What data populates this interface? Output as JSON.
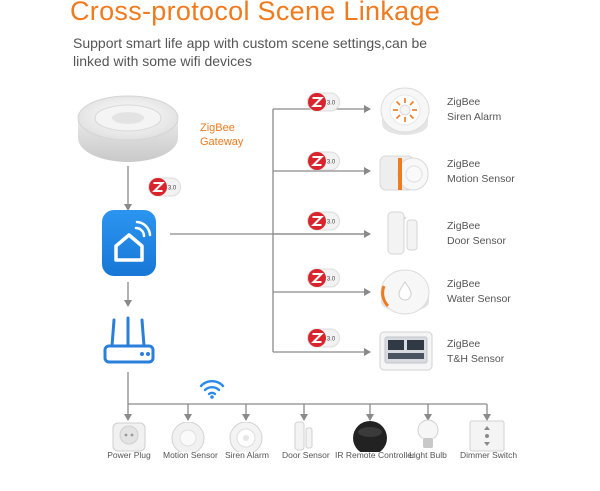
{
  "header": {
    "title": "Cross-protocol Scene Linkage",
    "subtitle_line1": "Support smart life app with custom scene settings,can be",
    "subtitle_line2": "linked with some wifi devices"
  },
  "gateway": {
    "line1": "ZigBee",
    "line2": "Gateway"
  },
  "badge_text": "3.0",
  "zigbee_devices": [
    {
      "line1": "ZigBee",
      "line2": "Siren Alarm"
    },
    {
      "line1": "ZigBee",
      "line2": "Motion Sensor"
    },
    {
      "line1": "ZigBee",
      "line2": "Door Sensor"
    },
    {
      "line1": "ZigBee",
      "line2": "Water Sensor"
    },
    {
      "line1": "ZigBee",
      "line2": "T&H Sensor"
    }
  ],
  "wifi_devices": [
    {
      "label": "Power Plug"
    },
    {
      "label": "Motion Sensor"
    },
    {
      "label": "Siren Alarm"
    },
    {
      "label": "Door Sensor"
    },
    {
      "label": "IR Remote Controller"
    },
    {
      "label": "Light Bulb"
    },
    {
      "label": "Dimmer Switch"
    }
  ],
  "colors": {
    "accent": "#f07a1e",
    "app_blue": "#1e88e5",
    "line_gray": "#8a8a8a",
    "zigbee_red": "#d9232d"
  }
}
